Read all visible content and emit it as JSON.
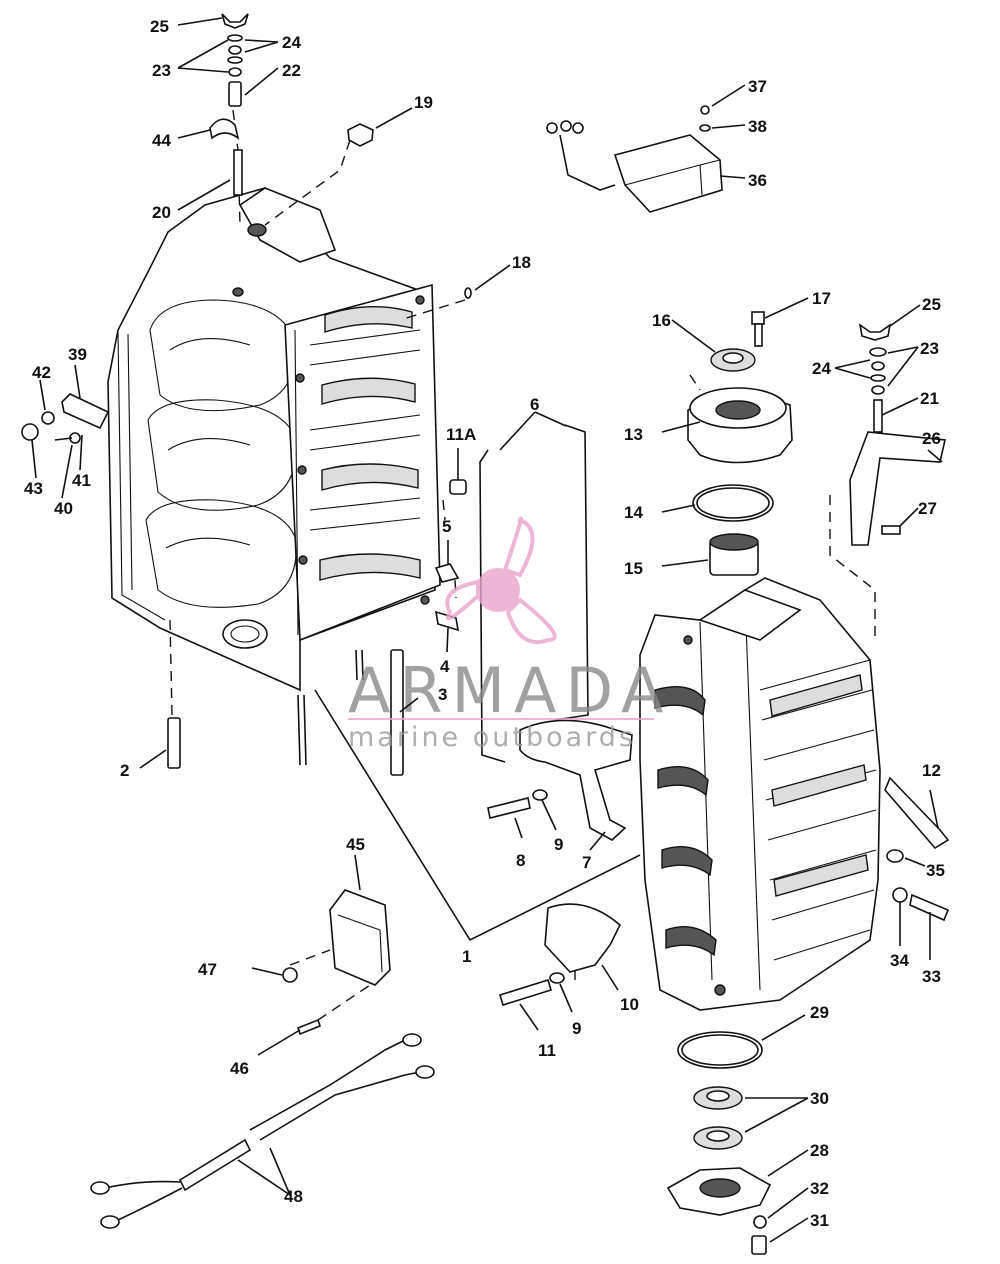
{
  "watermark": {
    "brand": "ARMADA",
    "tagline": "marine outboards",
    "logo_color": "#e9a4cc"
  },
  "callouts": [
    {
      "id": "c25a",
      "label": "25"
    },
    {
      "id": "c24a",
      "label": "24"
    },
    {
      "id": "c23a",
      "label": "23"
    },
    {
      "id": "c22",
      "label": "22"
    },
    {
      "id": "c44",
      "label": "44"
    },
    {
      "id": "c19",
      "label": "19"
    },
    {
      "id": "c20",
      "label": "20"
    },
    {
      "id": "c37",
      "label": "37"
    },
    {
      "id": "c38",
      "label": "38"
    },
    {
      "id": "c36",
      "label": "36"
    },
    {
      "id": "c18",
      "label": "18"
    },
    {
      "id": "c16",
      "label": "16"
    },
    {
      "id": "c17",
      "label": "17"
    },
    {
      "id": "c25b",
      "label": "25"
    },
    {
      "id": "c23b",
      "label": "23"
    },
    {
      "id": "c24b",
      "label": "24"
    },
    {
      "id": "c21",
      "label": "21"
    },
    {
      "id": "c39",
      "label": "39"
    },
    {
      "id": "c42",
      "label": "42"
    },
    {
      "id": "c43",
      "label": "43"
    },
    {
      "id": "c40",
      "label": "40"
    },
    {
      "id": "c41",
      "label": "41"
    },
    {
      "id": "c6",
      "label": "6"
    },
    {
      "id": "c11a",
      "label": "11A"
    },
    {
      "id": "c13",
      "label": "13"
    },
    {
      "id": "c26",
      "label": "26"
    },
    {
      "id": "c14",
      "label": "14"
    },
    {
      "id": "c27",
      "label": "27"
    },
    {
      "id": "c5",
      "label": "5"
    },
    {
      "id": "c15",
      "label": "15"
    },
    {
      "id": "c4",
      "label": "4"
    },
    {
      "id": "c3",
      "label": "3"
    },
    {
      "id": "c2",
      "label": "2"
    },
    {
      "id": "c12",
      "label": "12"
    },
    {
      "id": "c9a",
      "label": "9"
    },
    {
      "id": "c8",
      "label": "8"
    },
    {
      "id": "c7",
      "label": "7"
    },
    {
      "id": "c45",
      "label": "45"
    },
    {
      "id": "c35",
      "label": "35"
    },
    {
      "id": "c34",
      "label": "34"
    },
    {
      "id": "c33",
      "label": "33"
    },
    {
      "id": "c1",
      "label": "1"
    },
    {
      "id": "c47",
      "label": "47"
    },
    {
      "id": "c10",
      "label": "10"
    },
    {
      "id": "c9b",
      "label": "9"
    },
    {
      "id": "c11",
      "label": "11"
    },
    {
      "id": "c29",
      "label": "29"
    },
    {
      "id": "c46",
      "label": "46"
    },
    {
      "id": "c30",
      "label": "30"
    },
    {
      "id": "c28",
      "label": "28"
    },
    {
      "id": "c48",
      "label": "48"
    },
    {
      "id": "c32",
      "label": "32"
    },
    {
      "id": "c31",
      "label": "31"
    }
  ]
}
